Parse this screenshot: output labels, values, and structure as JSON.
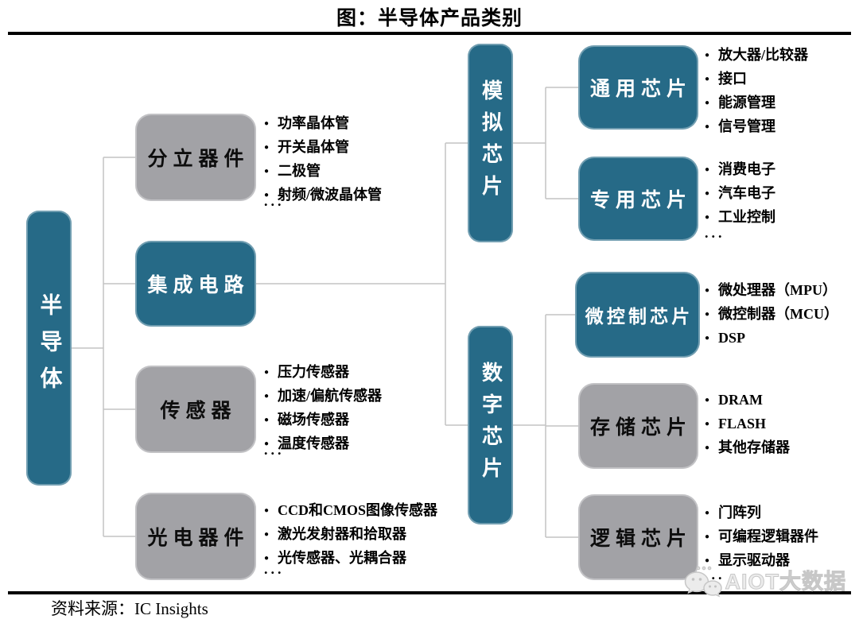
{
  "title": "图：半导体产品类别",
  "source": "资料来源：IC Insights",
  "watermark": {
    "label": "AIOT大数据",
    "icon": "wechat-logo"
  },
  "colors": {
    "accent_teal": "#266a87",
    "node_gray": "#a2a2a6",
    "connector_gray": "#c4c4c4"
  },
  "nodes": {
    "root": {
      "label": "半导体"
    },
    "discrete": {
      "label": "分立器件"
    },
    "ic": {
      "label": "集成电路"
    },
    "sensor": {
      "label": "传感器"
    },
    "opto": {
      "label": "光电器件"
    },
    "analog": {
      "label": "模拟芯片"
    },
    "digital": {
      "label": "数字芯片"
    },
    "general": {
      "label": "通用芯片"
    },
    "special": {
      "label": "专用芯片"
    },
    "micro": {
      "label": "微控制芯片"
    },
    "memory": {
      "label": "存储芯片"
    },
    "logic": {
      "label": "逻辑芯片"
    }
  },
  "lists": {
    "discrete": {
      "items": [
        "功率晶体管",
        "开关晶体管",
        "二极管",
        "射频/微波晶体管"
      ],
      "ellipsis": "..."
    },
    "sensor": {
      "items": [
        "压力传感器",
        "加速/偏航传感器",
        "磁场传感器",
        "温度传感器"
      ],
      "ellipsis": "..."
    },
    "opto": {
      "items": [
        "CCD和CMOS图像传感器",
        "激光发射器和拾取器",
        "光传感器、光耦合器"
      ],
      "ellipsis": "..."
    },
    "general": {
      "items": [
        "放大器/比较器",
        "接口",
        "能源管理",
        "信号管理"
      ]
    },
    "special": {
      "items": [
        "消费电子",
        "汽车电子",
        "工业控制"
      ],
      "ellipsis": "..."
    },
    "micro": {
      "items": [
        "微处理器（MPU）",
        "微控制器（MCU）",
        "DSP"
      ]
    },
    "memory": {
      "items": [
        "DRAM",
        "FLASH",
        "其他存储器"
      ]
    },
    "logic": {
      "items": [
        "门阵列",
        "可编程逻辑器件",
        "显示驱动器"
      ],
      "ellipsis": "..."
    }
  }
}
